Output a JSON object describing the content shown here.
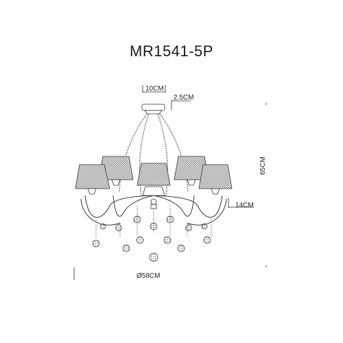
{
  "model": "MR1541-5P",
  "dimensions": {
    "plate_width": "10CM",
    "plate_height": "2.5CM",
    "overall_height": "65CM",
    "shade_height": "14CM",
    "diameter": "Ø58CM"
  }
}
